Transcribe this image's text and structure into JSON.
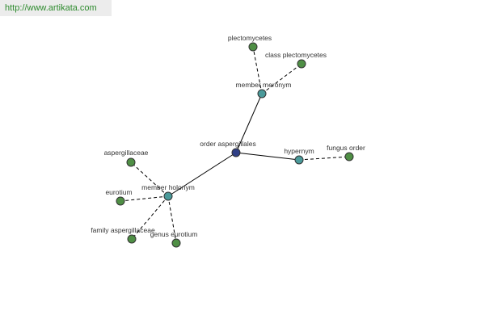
{
  "site": {
    "url": "http://www.artikata.com"
  },
  "colors": {
    "root": "#2f3f86",
    "relation": "#4a9a9a",
    "leaf": "#4f8f45",
    "edge": "#000000"
  },
  "nodes": {
    "root": "order aspergillales",
    "rel_meronym": "member meronym",
    "rel_hypernym": "hypernym",
    "rel_holonym": "member holonym",
    "plectomycetes": "plectomycetes",
    "class_plectomycetes": "class plectomycetes",
    "fungus_order": "fungus order",
    "aspergillaceae": "aspergillaceae",
    "eurotium": "eurotium",
    "family_aspergillaceae": "family aspergillaceae",
    "genus_eurotium": "genus eurotium"
  }
}
